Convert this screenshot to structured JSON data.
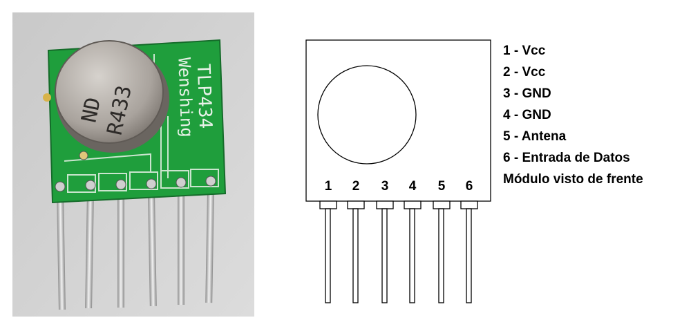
{
  "photo": {
    "can_marking_line1": "ND",
    "can_marking_line2": "R433",
    "board_label_model": "TLP434",
    "board_label_maker": "Wenshing"
  },
  "diagram": {
    "pin_numbers": [
      "1",
      "2",
      "3",
      "4",
      "5",
      "6"
    ],
    "pin_list": [
      "1 - Vcc",
      "2 - Vcc",
      "3 - GND",
      "4 - GND",
      "5 - Antena",
      "6 - Entrada de Datos"
    ],
    "view_note": "Módulo visto de frente"
  },
  "colors": {
    "pcb_green": "#1f9e3c",
    "pcb_silk": "#e8f2e8",
    "can_metal": "#b9b3ad",
    "lines": "#000000"
  }
}
